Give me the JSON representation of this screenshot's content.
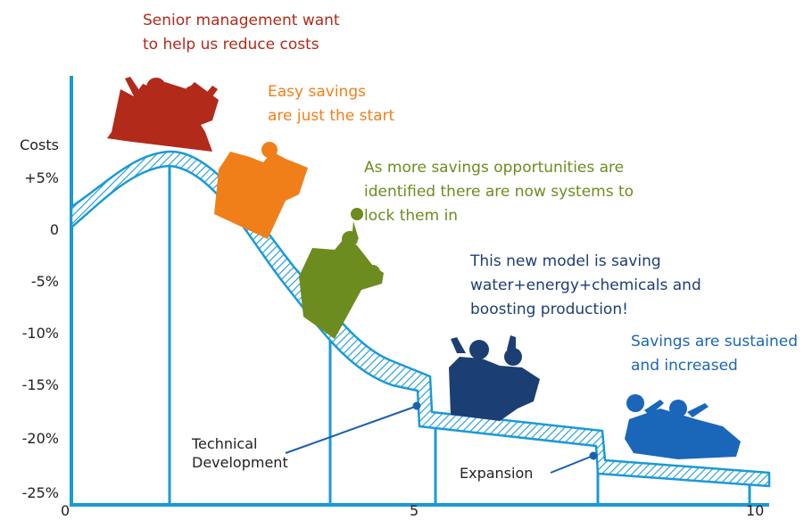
{
  "axis": {
    "y_title": "Costs",
    "y_ticks": [
      "+5%",
      "0",
      "-5%",
      "-10%",
      "-15%",
      "-20%",
      "-25%"
    ],
    "x_ticks": [
      "0",
      "5",
      "10"
    ]
  },
  "annotations": {
    "senior": {
      "line1": "Senior management want",
      "line2": "to help us reduce costs",
      "color": "#b22a1a"
    },
    "easy": {
      "line1": "Easy savings",
      "line2": "are just the start",
      "color": "#f07f1a"
    },
    "more": {
      "line1": "As more savings opportunities are",
      "line2": "identified there are now systems to",
      "line3": "lock them in",
      "color": "#6d8c1f"
    },
    "model": {
      "line1": "This new model is saving",
      "line2": "water+energy+chemicals and",
      "line3": "boosting production!",
      "color": "#1c3f73"
    },
    "sustained": {
      "line1": "Savings are sustained",
      "line2": "and increased",
      "color": "#1a66b8"
    }
  },
  "callouts": {
    "technical": {
      "line1": "Technical",
      "line2": "Development"
    },
    "expansion": {
      "label": "Expansion"
    }
  },
  "colors": {
    "track": "#1a9ad6",
    "car_red": "#b22a1a",
    "car_orange": "#f07f1a",
    "car_green": "#6d8c1f",
    "car_navy": "#1c3f73",
    "car_blue": "#1a66b8"
  }
}
